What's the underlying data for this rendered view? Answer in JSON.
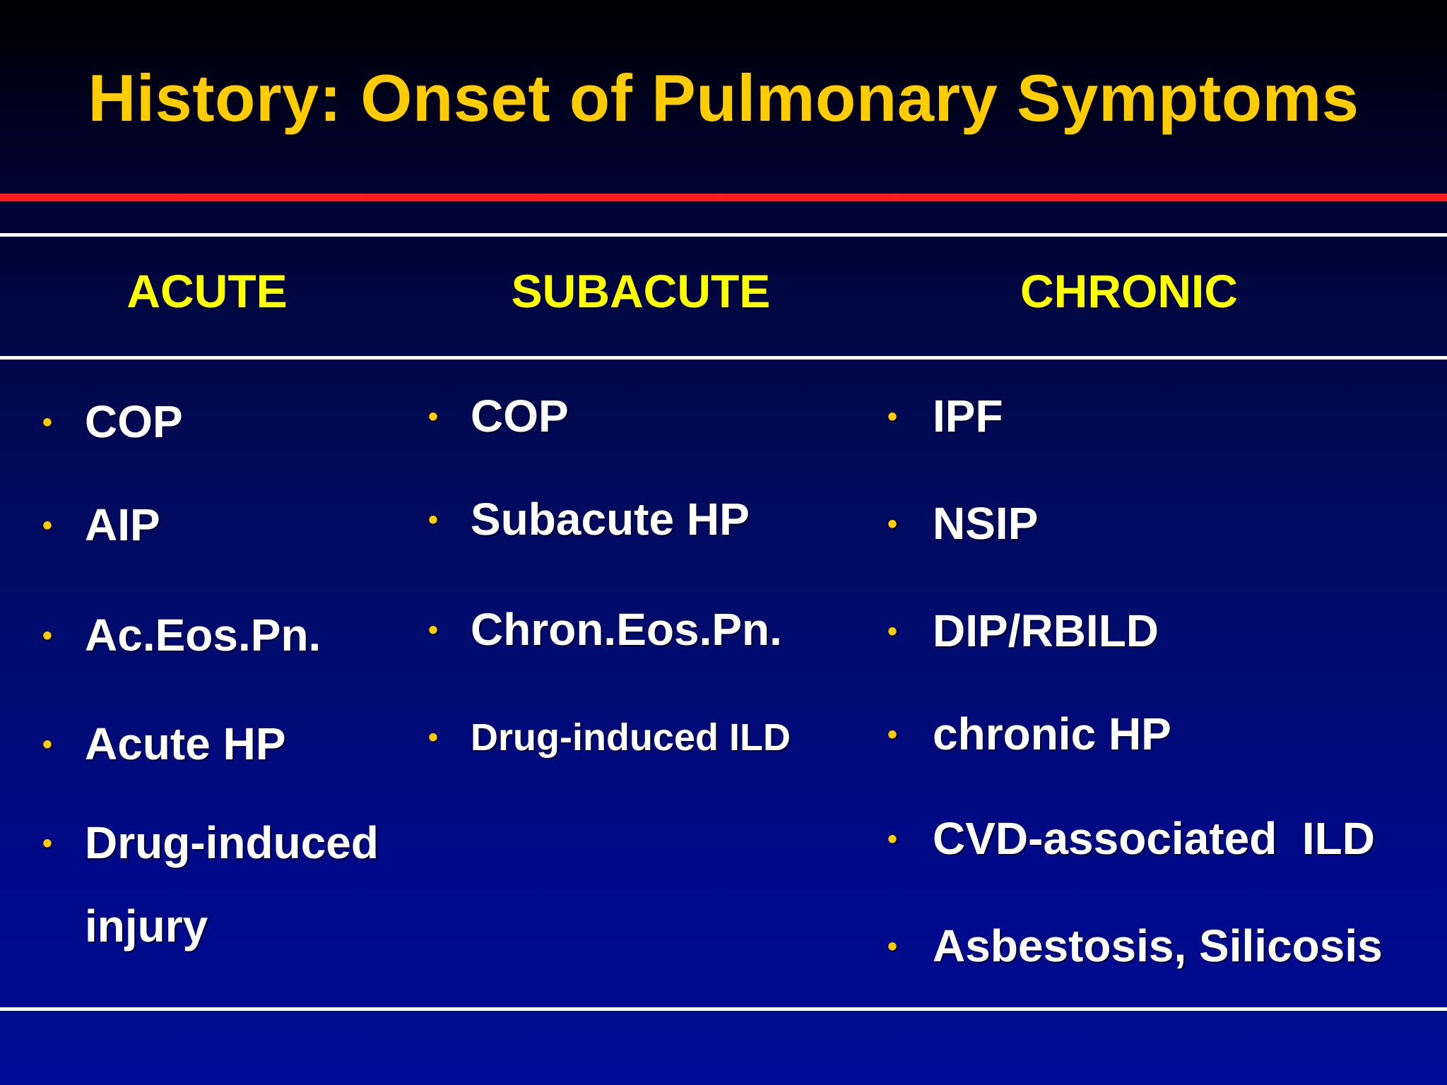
{
  "title": "History: Onset of Pulmonary Symptoms",
  "colors": {
    "title": "#ffcc00",
    "headers": "#ffff00",
    "bullets": "#ffcc00",
    "items": "#ffffff",
    "red_rule": "#ff1a1a",
    "white_rules": "#ffffff",
    "background_top": "#000000",
    "background_bottom": "#000c96"
  },
  "bullet_glyph": "•",
  "columns": [
    {
      "header": "ACUTE",
      "items": [
        "COP",
        "AIP",
        "Ac.Eos.Pn.",
        "Acute HP",
        "Drug-induced",
        "injury"
      ]
    },
    {
      "header": "SUBACUTE",
      "items": [
        "COP",
        "Subacute HP",
        "Chron.Eos.Pn.",
        "Drug-induced ILD"
      ]
    },
    {
      "header": "CHRONIC",
      "items": [
        "IPF",
        "NSIP",
        "DIP/RBILD",
        "chronic HP",
        "CVD-associated  ILD",
        "Asbestosis, Silicosis"
      ]
    }
  ]
}
